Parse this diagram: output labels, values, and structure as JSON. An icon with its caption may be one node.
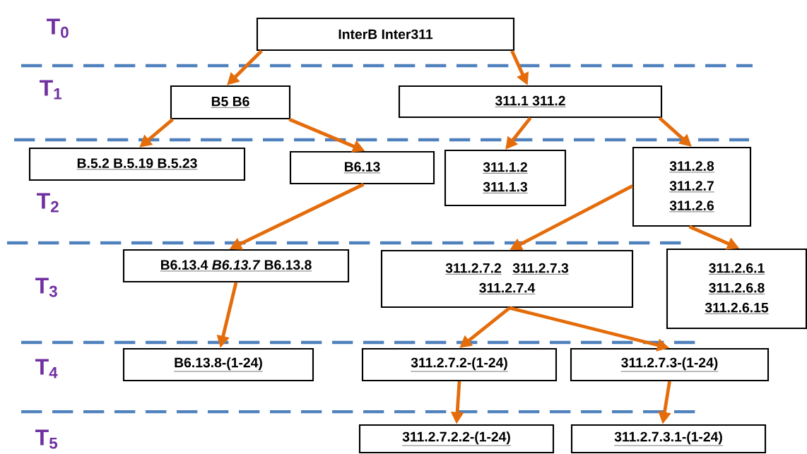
{
  "diagram": {
    "nodes": [
      {
        "text": [
          "InterB  Inter311"
        ]
      },
      {
        "text": [
          "B5  B6"
        ]
      },
      {
        "text": [
          "311.1  311.2"
        ]
      },
      {
        "text": [
          "B.5.2  B.5.19  B.5.23"
        ]
      },
      {
        "text": [
          "B6.13"
        ]
      },
      {
        "text": [
          "311.1.2",
          "311.1.3"
        ]
      },
      {
        "text": [
          "311.2.8",
          "311.2.7",
          "311.2.6"
        ]
      },
      {
        "text": [
          "B6.13.4  *B6.13.7*  B6.13.8"
        ]
      },
      {
        "text": [
          "311.2.7.2",
          "311.2.7.3",
          "311.2.7.4"
        ]
      },
      {
        "text": [
          "311.2.6.1",
          "311.2.6.8",
          "311.2.6.15"
        ]
      },
      {
        "text": [
          "B6.13.8-(1-24)"
        ]
      },
      {
        "text": [
          "311.2.7.2-(1-24)"
        ]
      },
      {
        "text": [
          "311.2.7.3-(1-24)"
        ]
      },
      {
        "text": [
          "311.2.7.2.2-(1-24)"
        ]
      },
      {
        "text": [
          "311.2.7.3.1-(1-24)"
        ]
      }
    ],
    "edges": [
      {
        "from": 0,
        "to": 1,
        "arrow": "to"
      },
      {
        "from": 0,
        "to": 2,
        "arrow": "to"
      },
      {
        "from": 1,
        "to": 3,
        "arrow": "to"
      },
      {
        "from": 1,
        "to": 4,
        "arrow": "to"
      },
      {
        "from": 2,
        "to": 5,
        "arrow": "to"
      },
      {
        "from": 2,
        "to": 6,
        "arrow": "to"
      },
      {
        "from": 4,
        "to": 7,
        "arrow": "to"
      },
      {
        "from": 6,
        "to": 8,
        "arrow": "to"
      },
      {
        "from": 6,
        "to": 9,
        "arrow": "to"
      },
      {
        "from": 7,
        "to": 10,
        "arrow": "to"
      },
      {
        "from": 8,
        "to": 11,
        "arrow": "to"
      },
      {
        "from": 8,
        "to": 12,
        "arrow": "to"
      },
      {
        "from": 11,
        "to": 13,
        "arrow": "to"
      },
      {
        "from": 12,
        "to": 14,
        "arrow": "to"
      }
    ],
    "labels": [
      "T$_{0}$",
      "T$_{1}$",
      "T$_{2}$",
      "T$_{3}$",
      "T$_{4}$",
      "T$_{5}$"
    ]
  }
}
